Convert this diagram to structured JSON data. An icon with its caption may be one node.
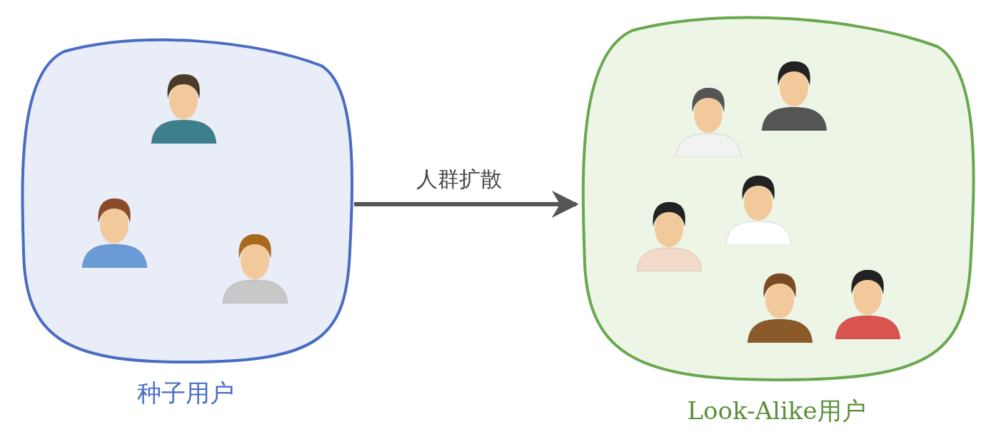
{
  "diagram": {
    "nodes": [
      {
        "text": [
          "种子用户"
        ]
      },
      {
        "text": [
          "Look-Alike用户"
        ]
      }
    ],
    "edges": [
      {
        "from": 0,
        "to": 1,
        "arrow": "to",
        "label": "人群扩散"
      }
    ]
  }
}
